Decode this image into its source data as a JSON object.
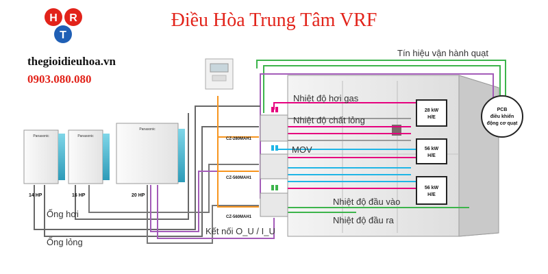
{
  "title": "Điều Hòa Trung Tâm VRF",
  "brand": {
    "logo_letters": [
      "H",
      "R",
      "T"
    ],
    "website": "thegioidieuhoa.vn",
    "phone": "0903.080.080"
  },
  "outdoor_units": [
    {
      "capacity": "14 HP"
    },
    {
      "capacity": "16 HP"
    },
    {
      "capacity": "20 HP"
    }
  ],
  "unit_badge_text": "Panasonic",
  "controllers": [
    {
      "model": "CZ-280MAH1"
    },
    {
      "model": "CZ-560MAH1"
    },
    {
      "model": "CZ-560MAH1"
    }
  ],
  "heat_exchangers": [
    {
      "capacity": "28 kW",
      "type": "H/E"
    },
    {
      "capacity": "56 kW",
      "type": "H/E"
    },
    {
      "capacity": "56 kW",
      "type": "H/E"
    }
  ],
  "pcb_label": [
    "PCB",
    "điều khiển",
    "động cơ quạt"
  ],
  "signal_labels": {
    "fan_signal": "Tín hiệu vận hành quạt",
    "gas_temp": "Nhiệt độ hơi gas",
    "liquid_temp": "Nhiệt độ chất lỏng",
    "mov": "MOV",
    "inlet_temp": "Nhiệt độ đầu vào",
    "outlet_temp": "Nhiệt độ đầu ra"
  },
  "pipe_labels": {
    "gas_pipe": "Ống hơi",
    "liquid_pipe": "Ống lỏng",
    "connection": "Kết nối O_U / I_U"
  },
  "colors": {
    "title_red": "#e2231a",
    "logo_red": "#e2231a",
    "logo_blue": "#1f5fb5",
    "fan_signal_green": "#3cb44b",
    "gas_temp_pink": "#e6007e",
    "liquid_temp_pink": "#e6007e",
    "mov_cyan": "#1eb5e6",
    "connection_orange": "#f7941d",
    "purple_wire": "#a35bb8",
    "pipe_grey": "#888888"
  }
}
